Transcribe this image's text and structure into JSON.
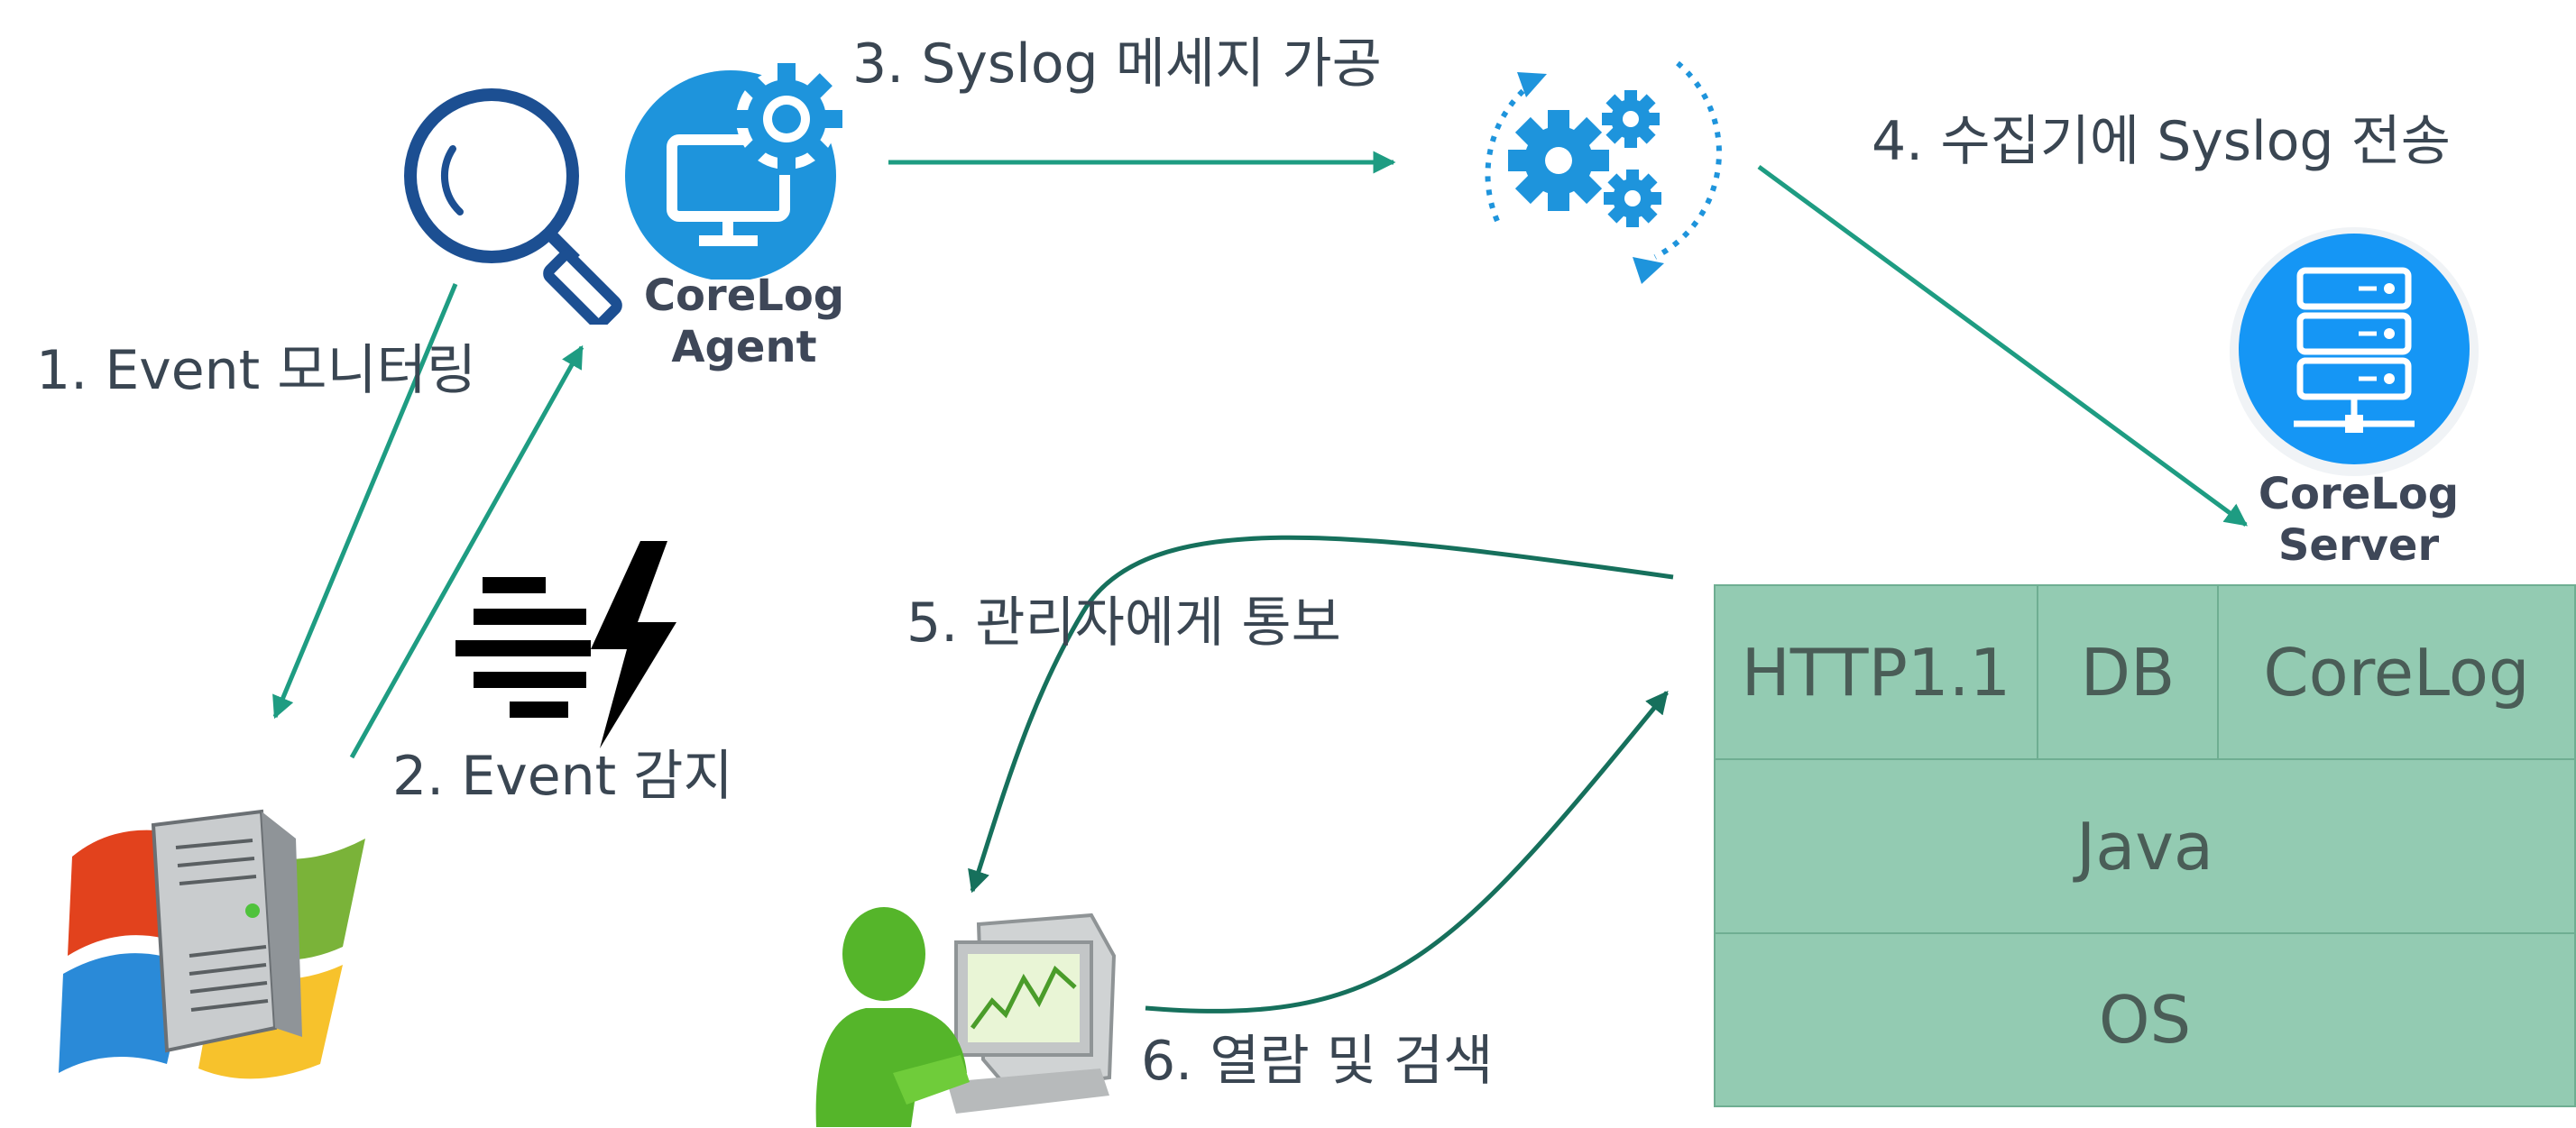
{
  "steps": {
    "s1": "1. Event 모니터링",
    "s2": "2. Event 감지",
    "s3": "3. Syslog 메세지 가공",
    "s4": "4. 수집기에 Syslog 전송",
    "s5": "5. 관리자에게 통보",
    "s6": "6. 열람 및 검색"
  },
  "agent": {
    "line1": "CoreLog",
    "line2": "Agent"
  },
  "server": {
    "line1": "CoreLog",
    "line2": "Server"
  },
  "stack": {
    "http": "HTTP1.1",
    "db": "DB",
    "corelog": "CoreLog",
    "java": "Java",
    "os": "OS"
  },
  "icons": [
    "magnifier-icon",
    "monitor-gear-icon",
    "gears-refresh-icon",
    "database-server-icon",
    "lightning-event-icon",
    "windows-server-icon",
    "user-monitor-icon"
  ],
  "colors": {
    "arrow": "#1e9c82",
    "arrow_dark": "#16705c",
    "agent_blue": "#1e94dc",
    "server_blue": "#1596f5",
    "magnifier": "#1c4f92",
    "stack_fill": "#93cbb2",
    "user_green": "#55b52a"
  }
}
